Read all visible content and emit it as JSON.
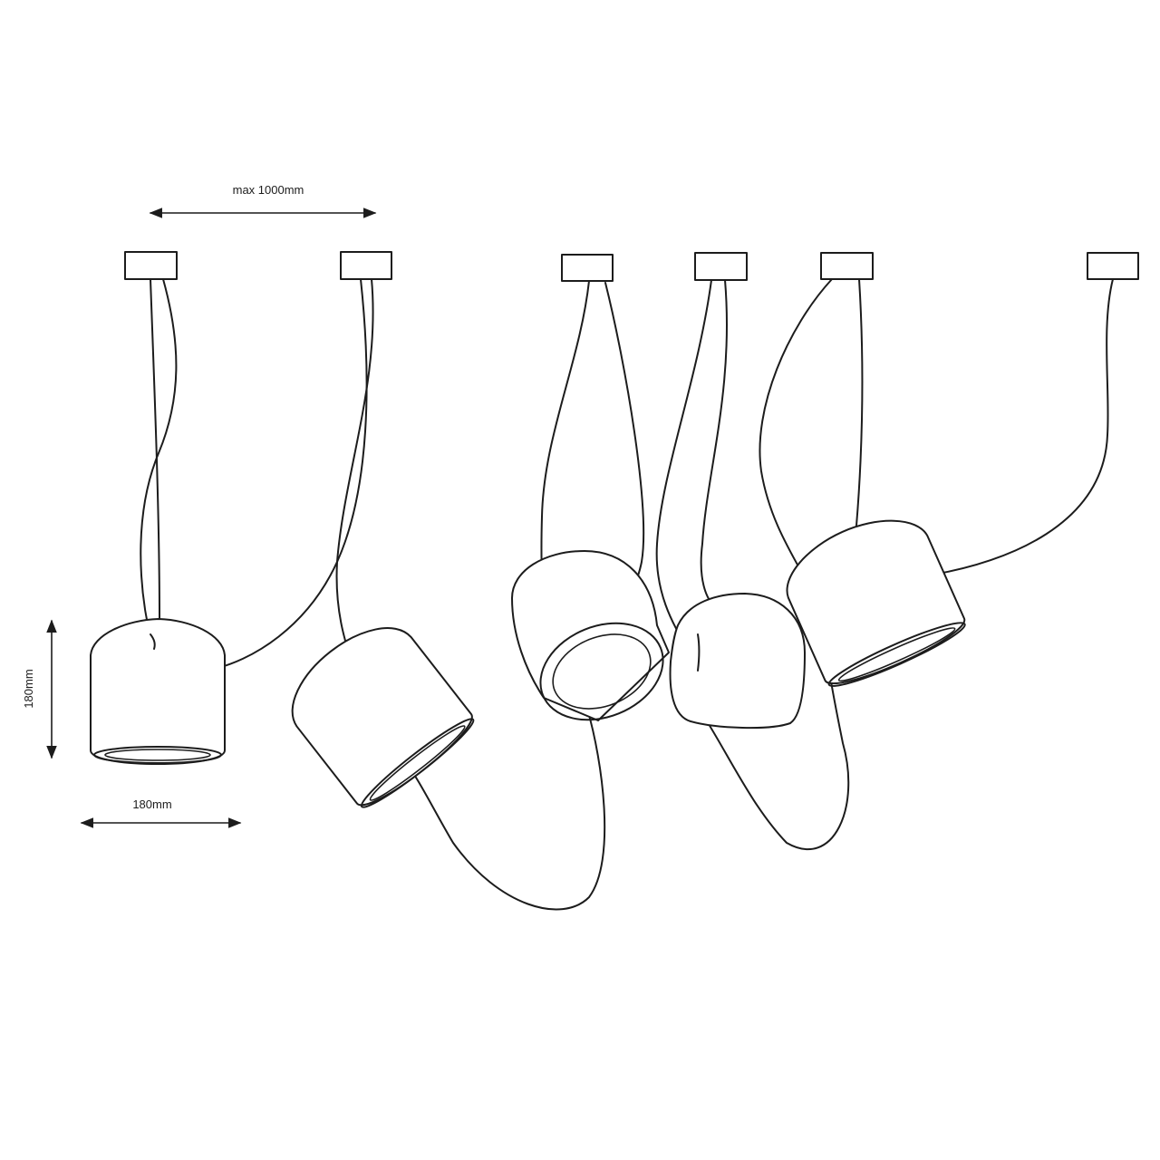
{
  "dimensions": {
    "max_cable_length": "max 1000mm",
    "lamp_height": "180mm",
    "lamp_diameter": "180mm"
  },
  "colors": {
    "line": "#1c1c1c",
    "background": "#ffffff"
  }
}
